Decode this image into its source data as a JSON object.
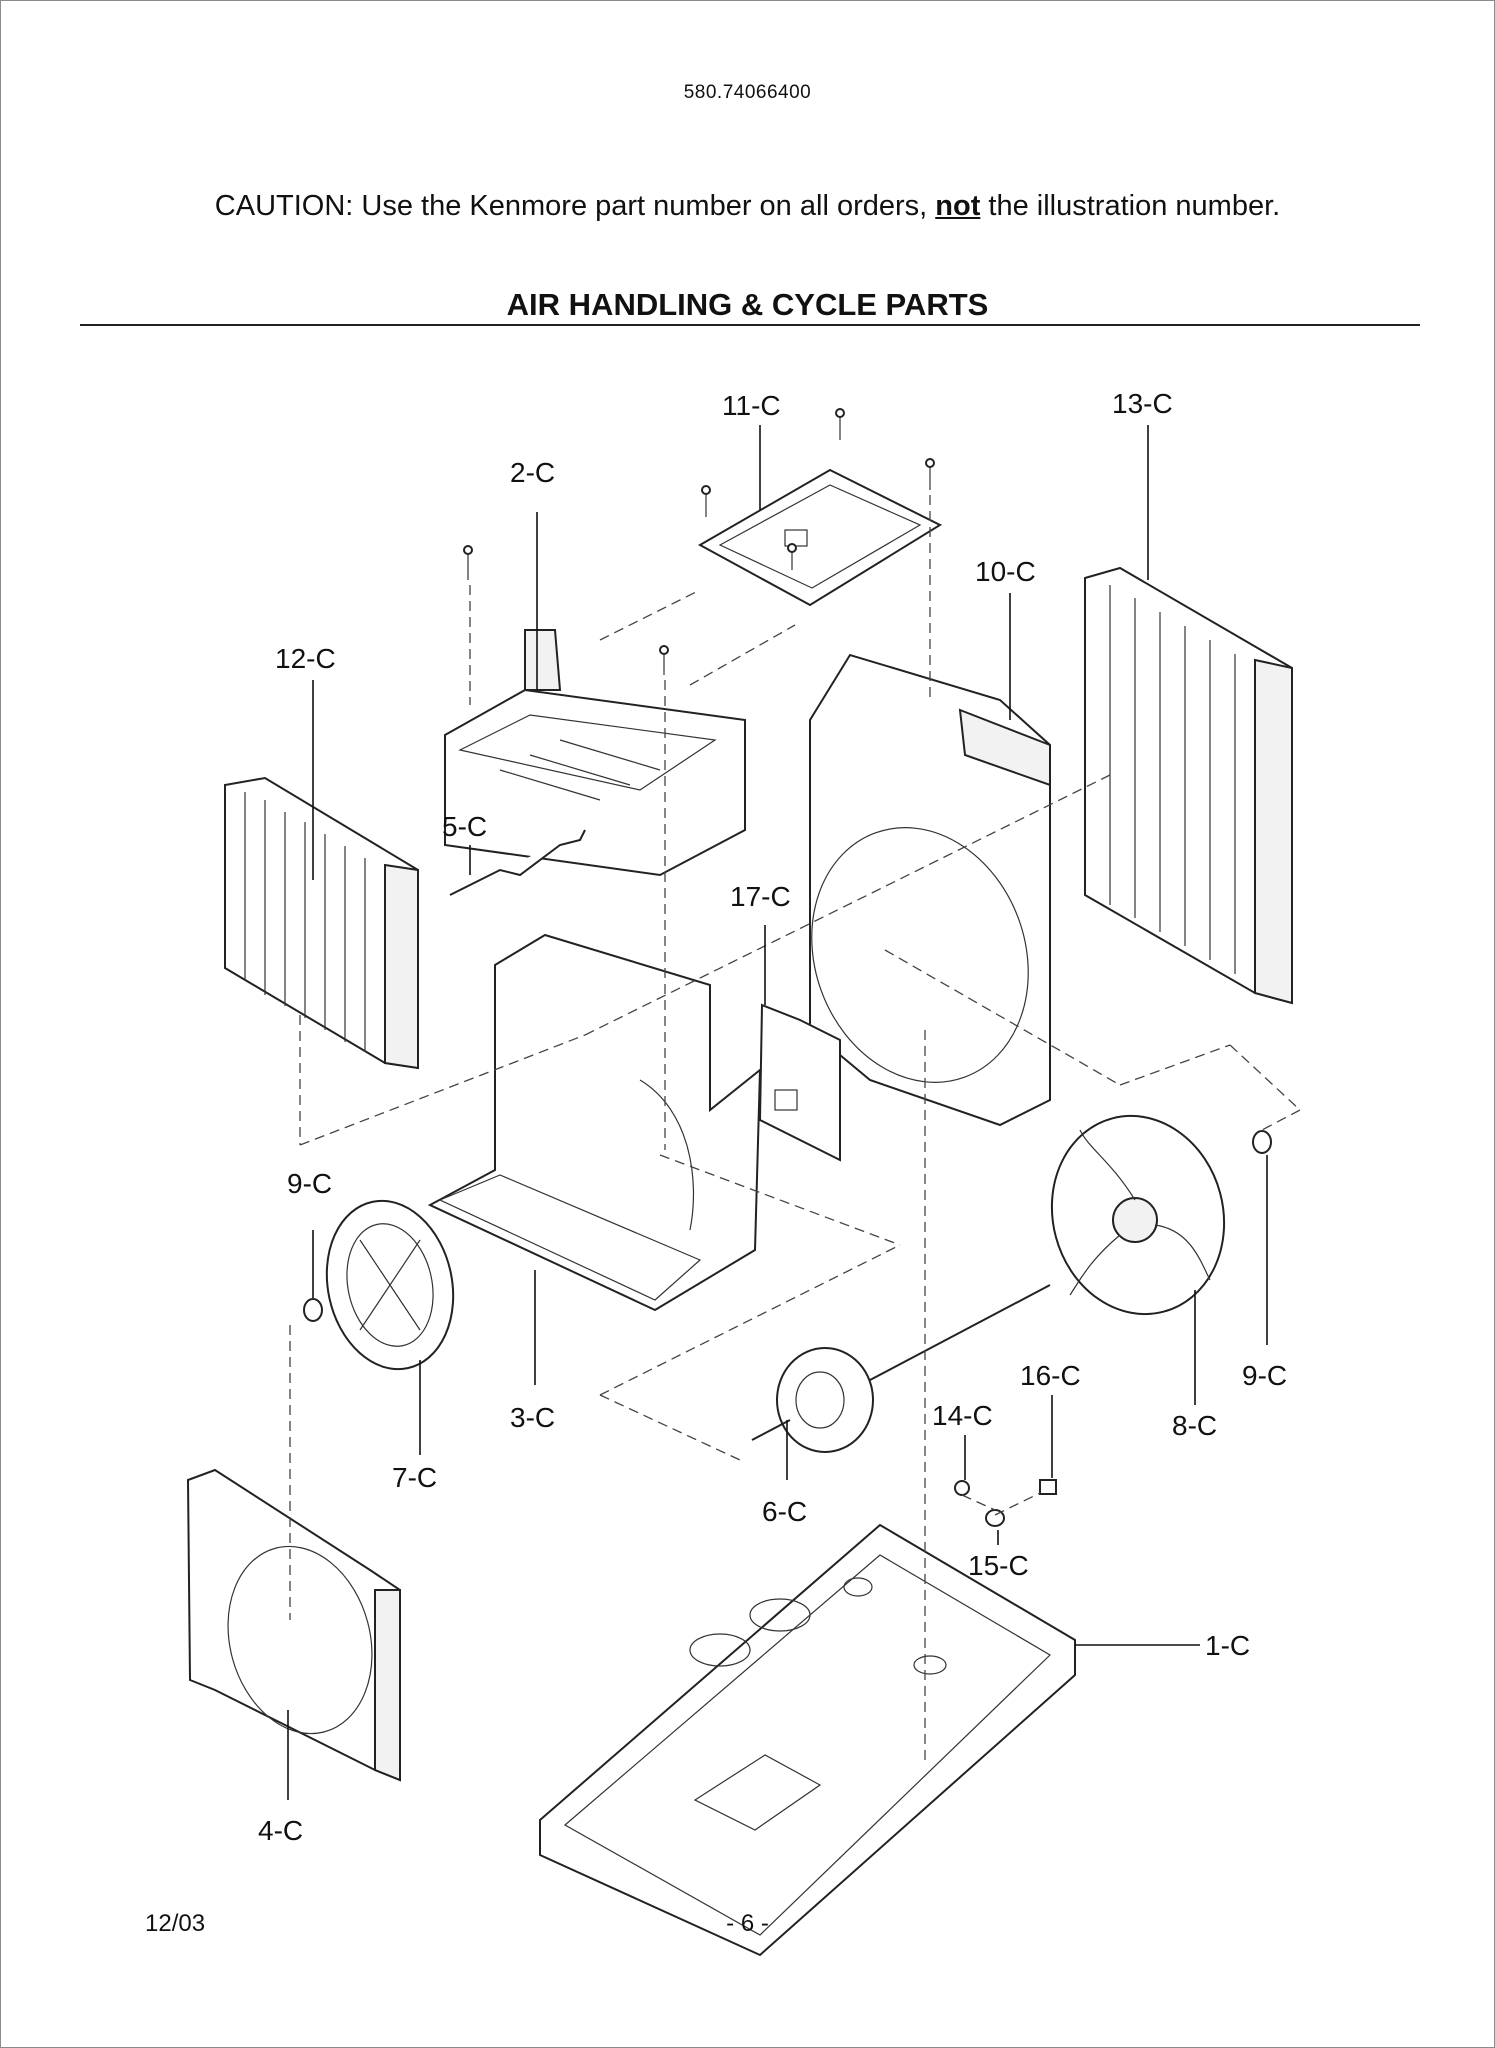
{
  "header": {
    "model_number": "580.74066400",
    "caution_prefix": "CAUTION: Use the Kenmore part number on all orders, ",
    "caution_emphasis": "not",
    "caution_suffix": " the illustration number."
  },
  "section_title": "AIR HANDLING & CYCLE PARTS",
  "diagram": {
    "callouts": {
      "c1": "1-C",
      "c2": "2-C",
      "c3": "3-C",
      "c4": "4-C",
      "c5": "5-C",
      "c6": "6-C",
      "c7": "7-C",
      "c8": "8-C",
      "c9a": "9-C",
      "c9b": "9-C",
      "c10": "10-C",
      "c11": "11-C",
      "c12": "12-C",
      "c13": "13-C",
      "c14": "14-C",
      "c15": "15-C",
      "c16": "16-C",
      "c17": "17-C"
    }
  },
  "footer": {
    "date": "12/03",
    "page": "- 6 -"
  }
}
